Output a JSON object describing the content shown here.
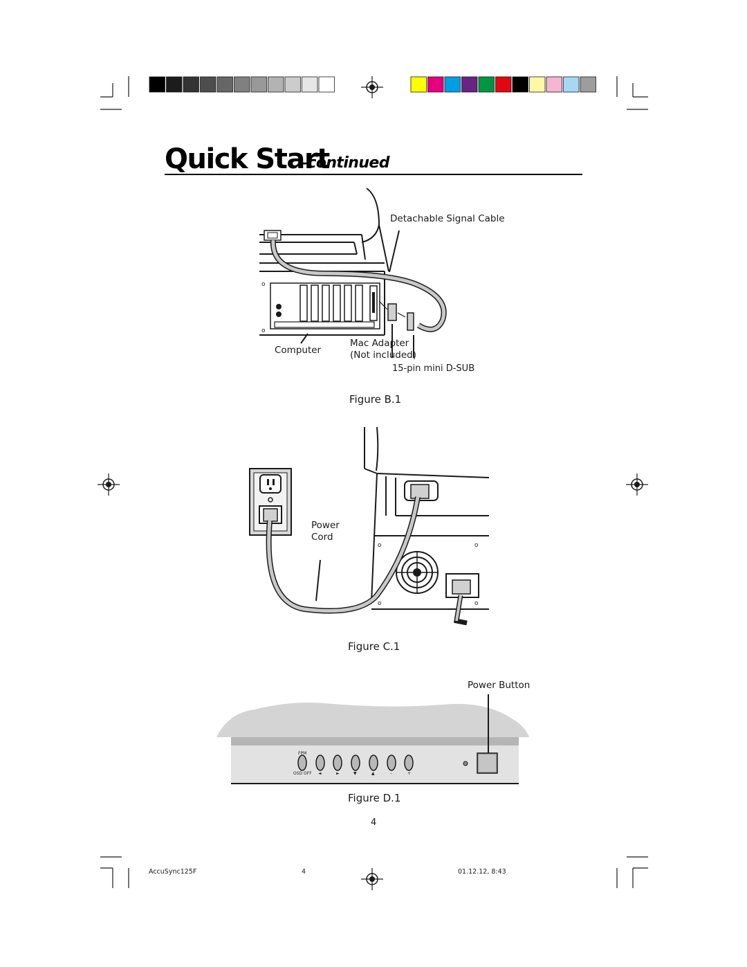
{
  "header": {
    "title": "Quick Start",
    "title_suffix": "–continued"
  },
  "color_bar": {
    "grayscale": [
      "#000000",
      "#1c1c1c",
      "#333333",
      "#4d4d4d",
      "#666666",
      "#808080",
      "#999999",
      "#b3b3b3",
      "#cccccc",
      "#e6e6e6",
      "#ffffff"
    ],
    "colors": [
      "#ffff00",
      "#e6007e",
      "#009fe3",
      "#662483",
      "#009640",
      "#e30613",
      "#000000",
      "#fff9a6",
      "#f5b6d0",
      "#a6d8f5",
      "#9d9d9c"
    ]
  },
  "figure_b": {
    "caption": "Figure B.1",
    "labels": {
      "signal_cable": "Detachable Signal Cable",
      "computer": "Computer",
      "mac_adapter_line1": "Mac Adapter",
      "mac_adapter_line2": "(Not included)",
      "connector": "15-pin mini D-SUB"
    }
  },
  "figure_c": {
    "caption": "Figure C.1",
    "labels": {
      "power_line1": "Power",
      "power_line2": "Cord"
    }
  },
  "figure_d": {
    "caption": "Figure D.1",
    "labels": {
      "power_button": "Power Button",
      "fpm": "FPM",
      "osd_off": "OSD OFF",
      "btn_left": "◄",
      "btn_right": "►",
      "btn_down": "▼",
      "btn_up": "▲",
      "btn_minus": "–",
      "btn_plus": "+"
    }
  },
  "page_number": "4",
  "footer": {
    "model": "AccuSync125F",
    "page": "4",
    "timestamp": "01.12.12, 8:43"
  }
}
